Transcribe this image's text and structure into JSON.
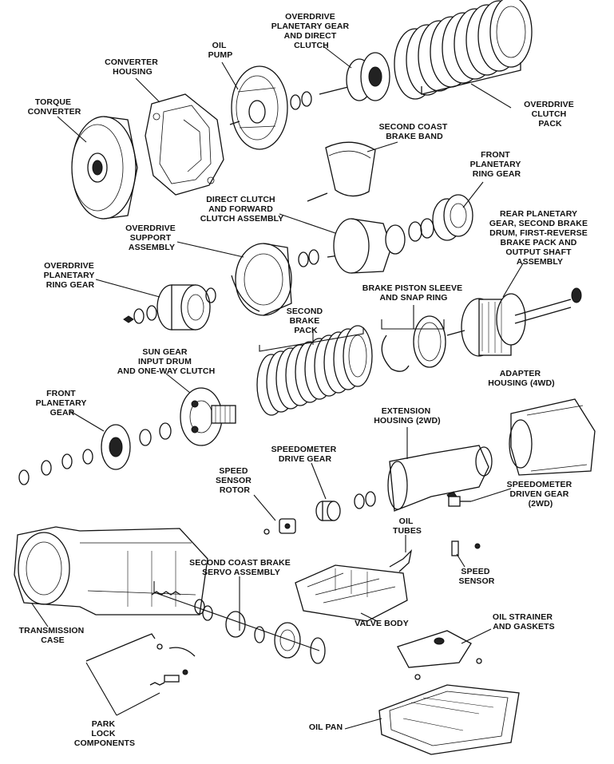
{
  "labels": {
    "overdrive_planetary_gear": [
      "OVERDRIVE",
      "PLANETARY GEAR",
      "AND DIRECT",
      "CLUTCH"
    ],
    "oil_pump": [
      "OIL",
      "PUMP"
    ],
    "converter_housing": [
      "CONVERTER",
      "HOUSING"
    ],
    "torque_converter": [
      "TORQUE",
      "CONVERTER"
    ],
    "overdrive_clutch_pack": [
      "OVERDRIVE",
      "CLUTCH",
      "PACK"
    ],
    "second_coast_brake_band": [
      "SECOND COAST",
      "BRAKE BAND"
    ],
    "front_planetary_ring_gear": [
      "FRONT",
      "PLANETARY",
      "RING GEAR"
    ],
    "direct_clutch": [
      "DIRECT CLUTCH",
      "AND FORWARD",
      "CLUTCH ASSEMBLY"
    ],
    "rear_planetary_gear": [
      "REAR PLANETARY",
      "GEAR, SECOND BRAKE",
      "DRUM, FIRST-REVERSE",
      "BRAKE PACK AND",
      "OUTPUT SHAFT",
      "ASSEMBLY"
    ],
    "overdrive_support": [
      "OVERDRIVE",
      "SUPPORT",
      "ASSEMBLY"
    ],
    "overdrive_planetary_ring_gear": [
      "OVERDRIVE",
      "PLANETARY",
      "RING GEAR"
    ],
    "brake_piston_sleeve": [
      "BRAKE PISTON SLEEVE",
      "AND SNAP RING"
    ],
    "second_brake_pack": [
      "SECOND",
      "BRAKE",
      "PACK"
    ],
    "sun_gear": [
      "SUN GEAR",
      "INPUT DRUM",
      "AND ONE-WAY CLUTCH"
    ],
    "adapter_housing": [
      "ADAPTER",
      "HOUSING (4WD)"
    ],
    "front_planetary_gear": [
      "FRONT",
      "PLANETARY",
      "GEAR"
    ],
    "extension_housing": [
      "EXTENSION",
      "HOUSING (2WD)"
    ],
    "speedometer_drive_gear": [
      "SPEEDOMETER",
      "DRIVE GEAR"
    ],
    "speed_sensor_rotor": [
      "SPEED",
      "SENSOR",
      "ROTOR"
    ],
    "speedometer_driven_gear": [
      "SPEEDOMETER",
      "DRIVEN GEAR",
      "(2WD)"
    ],
    "oil_tubes": [
      "OIL",
      "TUBES"
    ],
    "second_coast_brake_servo": [
      "SECOND COAST BRAKE",
      "SERVO ASSEMBLY"
    ],
    "speed_sensor": [
      "SPEED",
      "SENSOR"
    ],
    "valve_body": [
      "VALVE BODY"
    ],
    "transmission_case": [
      "TRANSMISSION",
      "CASE"
    ],
    "oil_strainer": [
      "OIL STRAINER",
      "AND GASKETS"
    ],
    "oil_pan": [
      "OIL PAN"
    ],
    "park_lock": [
      "PARK",
      "LOCK",
      "COMPONENTS"
    ]
  }
}
